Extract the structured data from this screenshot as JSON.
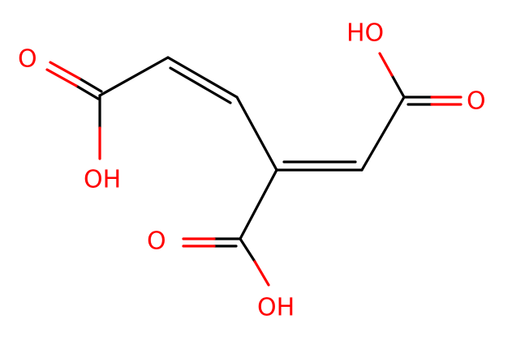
{
  "molecule": {
    "atoms": {
      "o_top_left": "O",
      "oh_bottom_left": "OH",
      "oh_top_right": "HO",
      "o_right": "O",
      "o_middle": "O",
      "oh_bottom": "OH"
    },
    "colors": {
      "bond": "#000000",
      "heteroatom": "#ff0000",
      "background": "#ffffff"
    }
  }
}
